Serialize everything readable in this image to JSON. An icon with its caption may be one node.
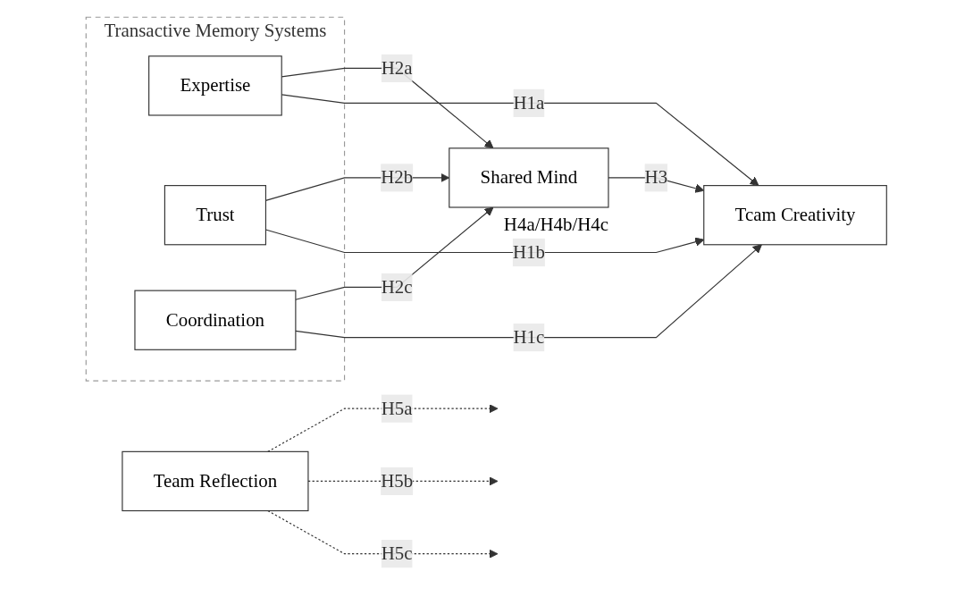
{
  "diagram": {
    "nodes": [
      {
        "text": [
          "Transactive Memory Systems"
        ]
      },
      {
        "text": [
          "Expertise"
        ],
        "in": 0
      },
      {
        "text": [
          "Trust"
        ],
        "in": 0
      },
      {
        "text": [
          "Coordination"
        ],
        "in": 0
      },
      {
        "text": [
          "Shared Mind"
        ],
        "beside": [
          "H4a/H4b/H4c"
        ]
      },
      {
        "text": [
          "Tcam Creativity"
        ]
      },
      {
        "text": [
          "Team Reflection"
        ]
      }
    ],
    "edges": [
      {
        "from": 1,
        "to": 4,
        "arrow": "to",
        "label": "H2a"
      },
      {
        "from": 2,
        "to": 4,
        "arrow": "to",
        "label": "H2b"
      },
      {
        "from": 3,
        "to": 4,
        "arrow": "to",
        "label": "H2c"
      },
      {
        "from": 4,
        "to": 5,
        "arrow": "to",
        "label": "H3"
      },
      {
        "from": 1,
        "to": 5,
        "arrow": "to",
        "label": "H1a"
      },
      {
        "from": 2,
        "to": 5,
        "arrow": "to",
        "label": "H1b"
      },
      {
        "from": 3,
        "to": 5,
        "arrow": "to",
        "label": "H1c"
      },
      {
        "from": 6,
        "to": null,
        "arrow": "to",
        "label": "H5a",
        "style": "dashed"
      },
      {
        "from": 6,
        "to": null,
        "arrow": "to",
        "label": "H5b",
        "style": "dashed"
      },
      {
        "from": 6,
        "to": null,
        "arrow": "to",
        "label": "H5c",
        "style": "dashed"
      }
    ]
  }
}
